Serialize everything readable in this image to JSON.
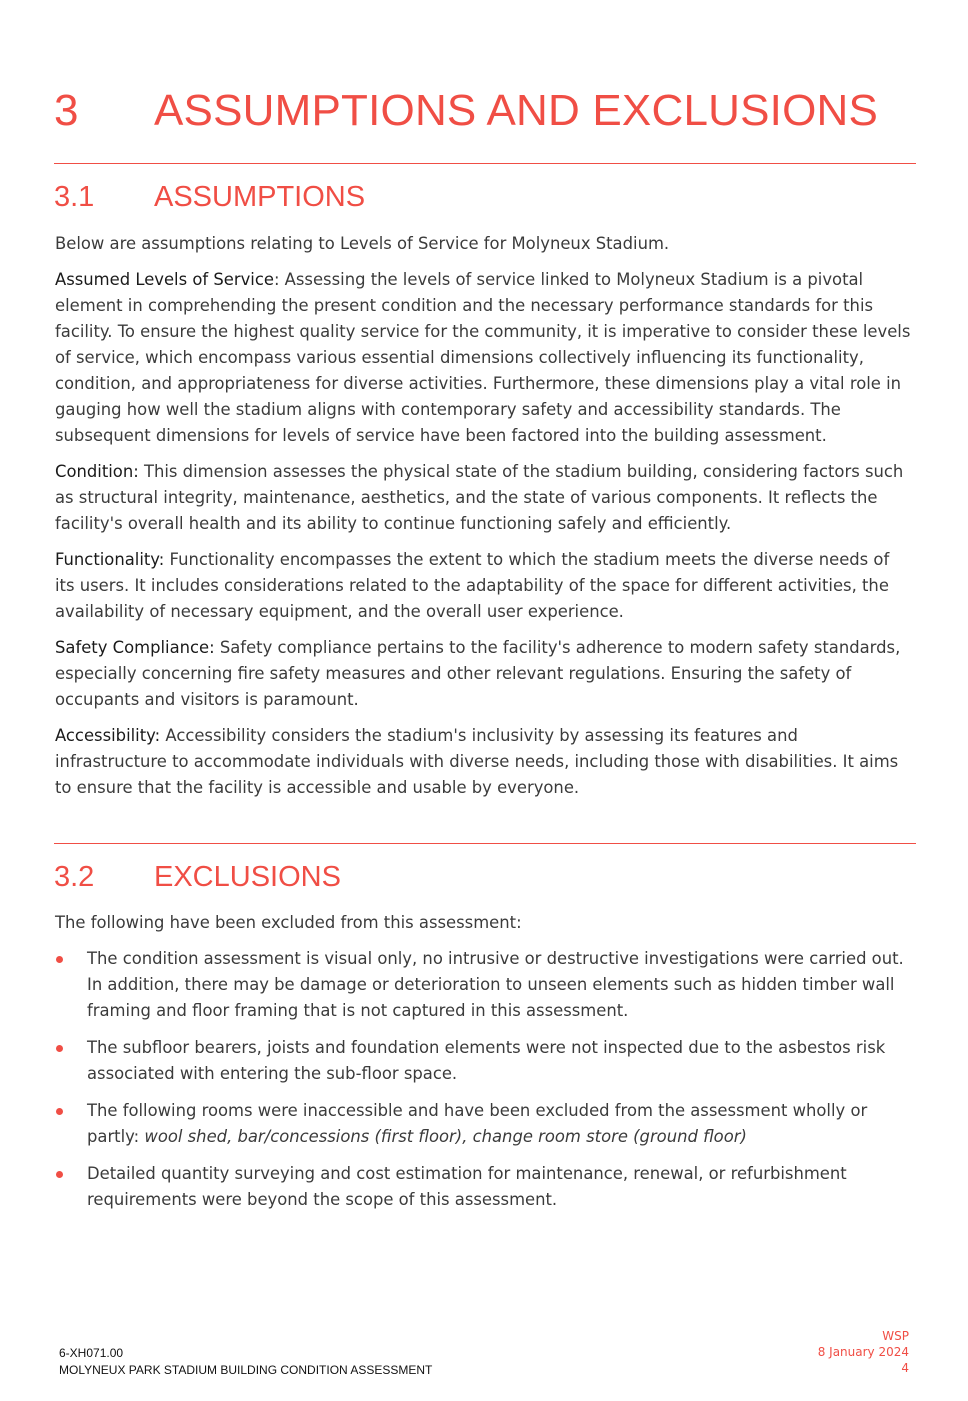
{
  "heading": {
    "number": "3",
    "title": "ASSUMPTIONS AND EXCLUSIONS"
  },
  "assumptions": {
    "number": "3.1",
    "title": "ASSUMPTIONS",
    "intro": "Below are assumptions relating to Levels of Service for Molyneux Stadium.",
    "items": [
      {
        "label": "Assumed Levels of Service",
        "text": ": Assessing the levels of service linked to Molyneux Stadium is a pivotal element in comprehending the present condition and the necessary performance standards for this facility. To ensure the highest quality service for the community, it is imperative to consider these levels of service, which encompass various essential dimensions collectively influencing its functionality, condition, and appropriateness for diverse activities. Furthermore, these dimensions play a vital role in gauging how well the stadium aligns with contemporary safety and accessibility standards. The subsequent dimensions for levels of service have been factored into the building assessment."
      },
      {
        "label": "Condition:",
        "text": " This dimension assesses the physical state of the stadium building, considering factors such as structural integrity, maintenance, aesthetics, and the state of various components. It reflects the facility's overall health and its ability to continue functioning safely and efficiently."
      },
      {
        "label": "Functionality:",
        "text": " Functionality encompasses the extent to which the stadium meets the diverse needs of its users. It includes considerations related to the adaptability of the space for different activities, the availability of necessary equipment, and the overall user experience."
      },
      {
        "label": "Safety Compliance:",
        "text": " Safety compliance pertains to the facility's adherence to modern safety standards, especially concerning fire safety measures and other relevant regulations. Ensuring the safety of occupants and visitors is paramount."
      },
      {
        "label": "Accessibility:",
        "text": " Accessibility considers the stadium's inclusivity by assessing its features and infrastructure to accommodate individuals with diverse needs, including those with disabilities. It aims to ensure that the facility is accessible and usable by everyone."
      }
    ]
  },
  "exclusions": {
    "number": "3.2",
    "title": "EXCLUSIONS",
    "intro": "The following have been excluded from this assessment:",
    "bullets": [
      {
        "text": "The condition assessment is visual only, no intrusive or destructive investigations were carried out. In addition, there may be damage or deterioration to unseen elements such as hidden timber wall framing and floor framing that is not captured in this assessment."
      },
      {
        "text": "The subfloor bearers, joists and foundation elements were not inspected due to the asbestos risk associated with entering the sub-floor space."
      },
      {
        "text": "The following rooms were inaccessible and have been excluded from the assessment wholly or partly: ",
        "italic": "wool shed, bar/concessions (first floor), change room store (ground floor)"
      },
      {
        "text": "Detailed quantity surveying and cost estimation for maintenance, renewal, or refurbishment requirements were beyond the scope of this assessment."
      }
    ]
  },
  "footer": {
    "project_code": "6-XH071.00",
    "document_title": "MOLYNEUX PARK STADIUM BUILDING CONDITION ASSESSMENT",
    "company": "WSP",
    "date": "8 January 2024",
    "page_number": "4"
  },
  "colors": {
    "accent": "#f04e45",
    "body_text": "#3b3b3b"
  }
}
